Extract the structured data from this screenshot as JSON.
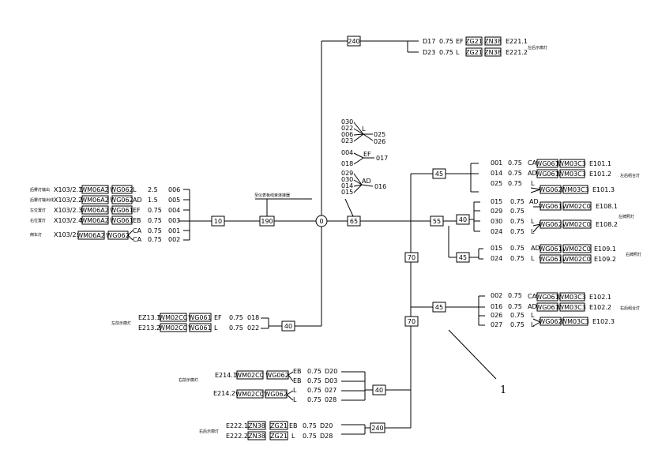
{
  "nodes": {
    "n0": "0",
    "n240_top": "240",
    "n190": "190",
    "n10": "10",
    "n65": "65",
    "n55": "55",
    "n45_a": "45",
    "n40_a": "40",
    "n45_b": "45",
    "n70_a": "70",
    "n70_b": "70",
    "n45_c": "45",
    "n40_left": "40",
    "n40_b": "40",
    "n240_bottom": "240"
  },
  "top_branch": {
    "rows": [
      {
        "id": "D17",
        "size": "0.75",
        "phase": "EF",
        "b1": "ZG21",
        "b2": "ZN38",
        "tag": "E221.1"
      },
      {
        "id": "D23",
        "size": "0.75",
        "phase": "L",
        "b1": "ZG21",
        "b2": "ZN38",
        "tag": "E221.2"
      }
    ],
    "caption": "左后示廓灯"
  },
  "left_group": {
    "rows": [
      {
        "caption": "后雾灯输出",
        "conn": "X103/2.1",
        "b1": "WM06A2",
        "b2": "WG062",
        "phase": "L",
        "size": "2.5",
        "wire": "006"
      },
      {
        "caption": "后雾灯输出线",
        "conn": "X103/2.2",
        "b1": "WM06A2",
        "b2": "WG062",
        "phase": "AD",
        "size": "1.5",
        "wire": "005"
      },
      {
        "caption": "左位置灯",
        "conn": "X103/2.3",
        "b1": "WM06A2",
        "b2": "WG061",
        "phase": "EF",
        "size": "0.75",
        "wire": "004"
      },
      {
        "caption": "右位置灯",
        "conn": "X103/2.4",
        "b1": "WM06A2",
        "b2": "WG061",
        "phase": "EB",
        "size": "0.75",
        "wire": "003"
      },
      {
        "caption": "倒车灯",
        "conn": "X103/2.5",
        "b1": "WM06A2",
        "b2": "WG062",
        "phase": "CA",
        "size": "0.75",
        "wire": "001"
      },
      {
        "caption": "",
        "conn": "",
        "b1": "",
        "b2": "",
        "phase": "CA",
        "size": "0.75",
        "wire": "002"
      }
    ]
  },
  "middle_label": "至仪表板线束连接器",
  "splice": {
    "g1": [
      "030",
      "022",
      "006",
      "023"
    ],
    "g1_phase": "L",
    "g1_out": [
      "025",
      "026"
    ],
    "g2": [
      "004",
      "018"
    ],
    "g2_phase": "EF",
    "g2_out": "017",
    "g3": [
      "029",
      "030",
      "014",
      "015"
    ],
    "g3_phase": "AD",
    "g3_out": "016"
  },
  "group_e101": {
    "rows": [
      {
        "wire": "001",
        "size": "0.75",
        "phase": "CA",
        "b1": "WG061",
        "b2": "WM03C3",
        "tag": "E101.1"
      },
      {
        "wire": "014",
        "size": "0.75",
        "phase": "AD",
        "b1": "WG061",
        "b2": "WM03C3",
        "tag": "E101.2"
      },
      {
        "wire": "025",
        "size": "0.75",
        "phase": "L",
        "b1": "WG062",
        "b2": "WM03C3",
        "tag": "E101.3"
      }
    ],
    "caption": "左后组合灯"
  },
  "group_e108": {
    "rows": [
      {
        "wire": "015",
        "size": "0.75",
        "phase": "AD",
        "b1": "WG061",
        "b2": "WM02C0",
        "tag": "E108.1"
      },
      {
        "wire": "029",
        "size": "0.75",
        "phase": "",
        "b1": "",
        "b2": "",
        "tag": ""
      },
      {
        "wire": "030",
        "size": "0.75",
        "phase": "L",
        "b1": "WG062",
        "b2": "WM02C0",
        "tag": "E108.2"
      },
      {
        "wire": "024",
        "size": "0.75",
        "phase": "L",
        "b1": "",
        "b2": "",
        "tag": ""
      }
    ],
    "caption": "左牌照灯"
  },
  "group_e109": {
    "rows": [
      {
        "wire": "015",
        "size": "0.75",
        "phase": "AD",
        "b1": "WG061",
        "b2": "WM02C0",
        "tag": "E109.1"
      },
      {
        "wire": "024",
        "size": "0.75",
        "phase": "L",
        "b1": "WG061",
        "b2": "WM02C0",
        "tag": "E109.2"
      }
    ],
    "caption": "右牌照灯"
  },
  "group_e102": {
    "rows": [
      {
        "wire": "002",
        "size": "0.75",
        "phase": "CA",
        "b1": "WG061",
        "b2": "WM03C3",
        "tag": "E102.1"
      },
      {
        "wire": "016",
        "size": "0.75",
        "phase": "AD",
        "b1": "WG061",
        "b2": "WM03C3",
        "tag": "E102.2"
      },
      {
        "wire": "026",
        "size": "0.75",
        "phase": "L",
        "b1": "",
        "b2": "",
        "tag": ""
      },
      {
        "wire": "027",
        "size": "0.75",
        "phase": "L",
        "b1": "WG062",
        "b2": "WM03C3",
        "tag": "E102.3"
      }
    ],
    "caption": "右后组合灯"
  },
  "group_e213": {
    "rows": [
      {
        "tag": "EZ13.1",
        "b1": "WM02C0",
        "b2": "WG061",
        "phase": "EF",
        "size": "0.75",
        "wire": "018"
      },
      {
        "tag": "E213.2",
        "b1": "WM02C0",
        "b2": "WG061",
        "phase": "L",
        "size": "0.75",
        "wire": "022"
      }
    ],
    "caption": "左前示廓灯"
  },
  "group_e214": {
    "rows": [
      {
        "tag": "E214.1",
        "b1": "WM02C0",
        "b2": "WG062",
        "phase": "EB",
        "size": "0.75",
        "wire": "D20"
      },
      {
        "tag": "",
        "b1": "",
        "b2": "",
        "phase": "EB",
        "size": "0.75",
        "wire": "D03"
      },
      {
        "tag": "E214.2",
        "b1": "WM02C0",
        "b2": "WG062",
        "phase": "L",
        "size": "0.75",
        "wire": "027"
      },
      {
        "tag": "",
        "b1": "",
        "b2": "",
        "phase": "L",
        "size": "0.75",
        "wire": "028"
      }
    ],
    "caption": "右前示廓灯"
  },
  "group_e222": {
    "rows": [
      {
        "tag": "E222.1",
        "b1": "ZN38",
        "b2": "ZG21",
        "phase": "EB",
        "size": "0.75",
        "wire": "D20"
      },
      {
        "tag": "E222.2",
        "b1": "ZN38",
        "b2": "ZG21",
        "phase": "L",
        "size": "0.75",
        "wire": "D28"
      }
    ],
    "caption": "右后示廓灯"
  },
  "callout_label": "1"
}
